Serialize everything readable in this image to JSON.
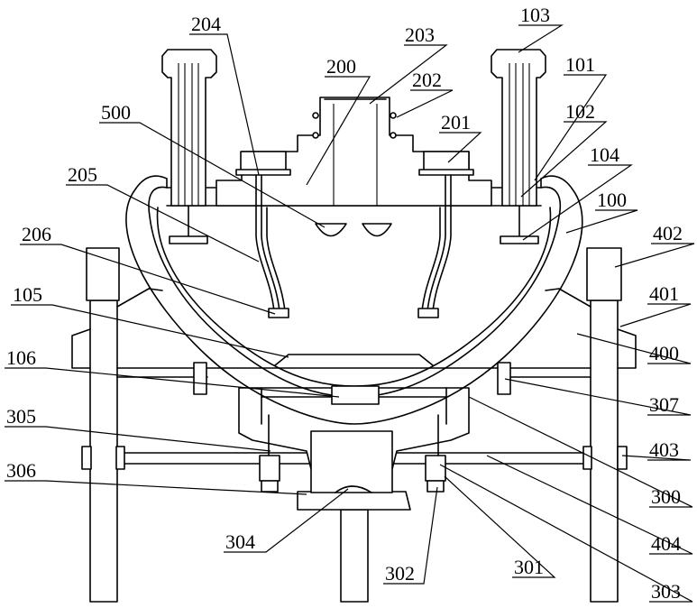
{
  "labels": {
    "l100": "100",
    "l101": "101",
    "l102": "102",
    "l103": "103",
    "l104": "104",
    "l105": "105",
    "l106": "106",
    "l200": "200",
    "l201": "201",
    "l202": "202",
    "l203": "203",
    "l204": "204",
    "l205": "205",
    "l206": "206",
    "l300": "300",
    "l301": "301",
    "l302": "302",
    "l303": "303",
    "l304": "304",
    "l305": "305",
    "l306": "306",
    "l307": "307",
    "l400": "400",
    "l401": "401",
    "l402": "402",
    "l403": "403",
    "l404": "404",
    "l500": "500"
  }
}
